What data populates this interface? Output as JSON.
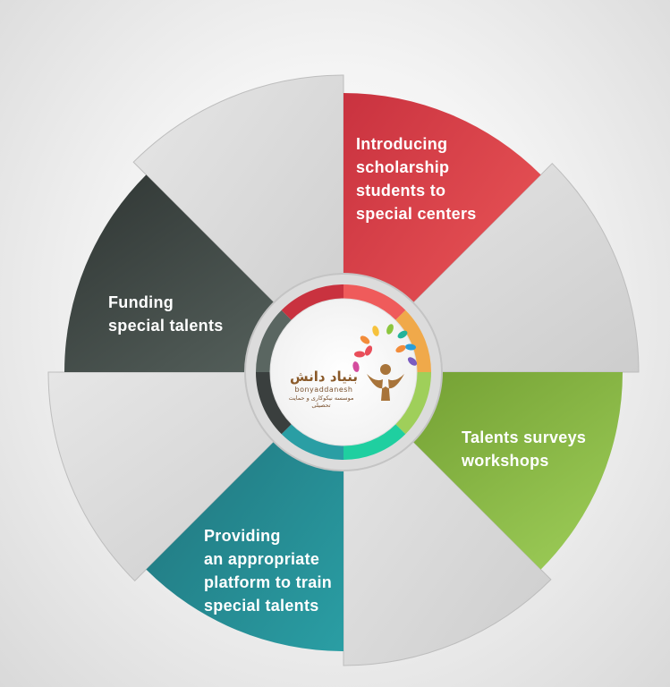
{
  "segments": [
    {
      "id": "scholarship",
      "label": "Introducing\nscholarship\nstudents to\nspecial centers",
      "color": "#ef5b5b",
      "dark": "#c9323f"
    },
    {
      "id": "surveys",
      "label": "Talents surveys\nworkshops",
      "color": "#9fcf5a",
      "dark": "#6e9a2e"
    },
    {
      "id": "platform",
      "label": "Providing\nan appropriate\nplatform to train\nspecial talents",
      "color": "#2a9ea4",
      "dark": "#1f6f78"
    },
    {
      "id": "funding",
      "label": "Funding\nspecial talents",
      "color": "#5a6661",
      "dark": "#2f3533"
    }
  ],
  "inner_ring_colors": [
    "#ef5b5b",
    "#f0a94a",
    "#9fcf5a",
    "#1fcfa0",
    "#2a9ea4",
    "#3a3f3e",
    "#5a6661",
    "#c9323f"
  ],
  "logo": {
    "name_fa": "بنیاد دانش",
    "name_en": "bonyaddanesh",
    "subtitle_fa": "موسسه نیکوکاری و حمایت تحصیلی",
    "leaf_colors": [
      "#e94e5a",
      "#f28c3a",
      "#f6c23c",
      "#8cc63f",
      "#23b39a",
      "#2a9ed8",
      "#7a5cc0",
      "#d44c9e"
    ],
    "figure_color": "#a8743a"
  }
}
